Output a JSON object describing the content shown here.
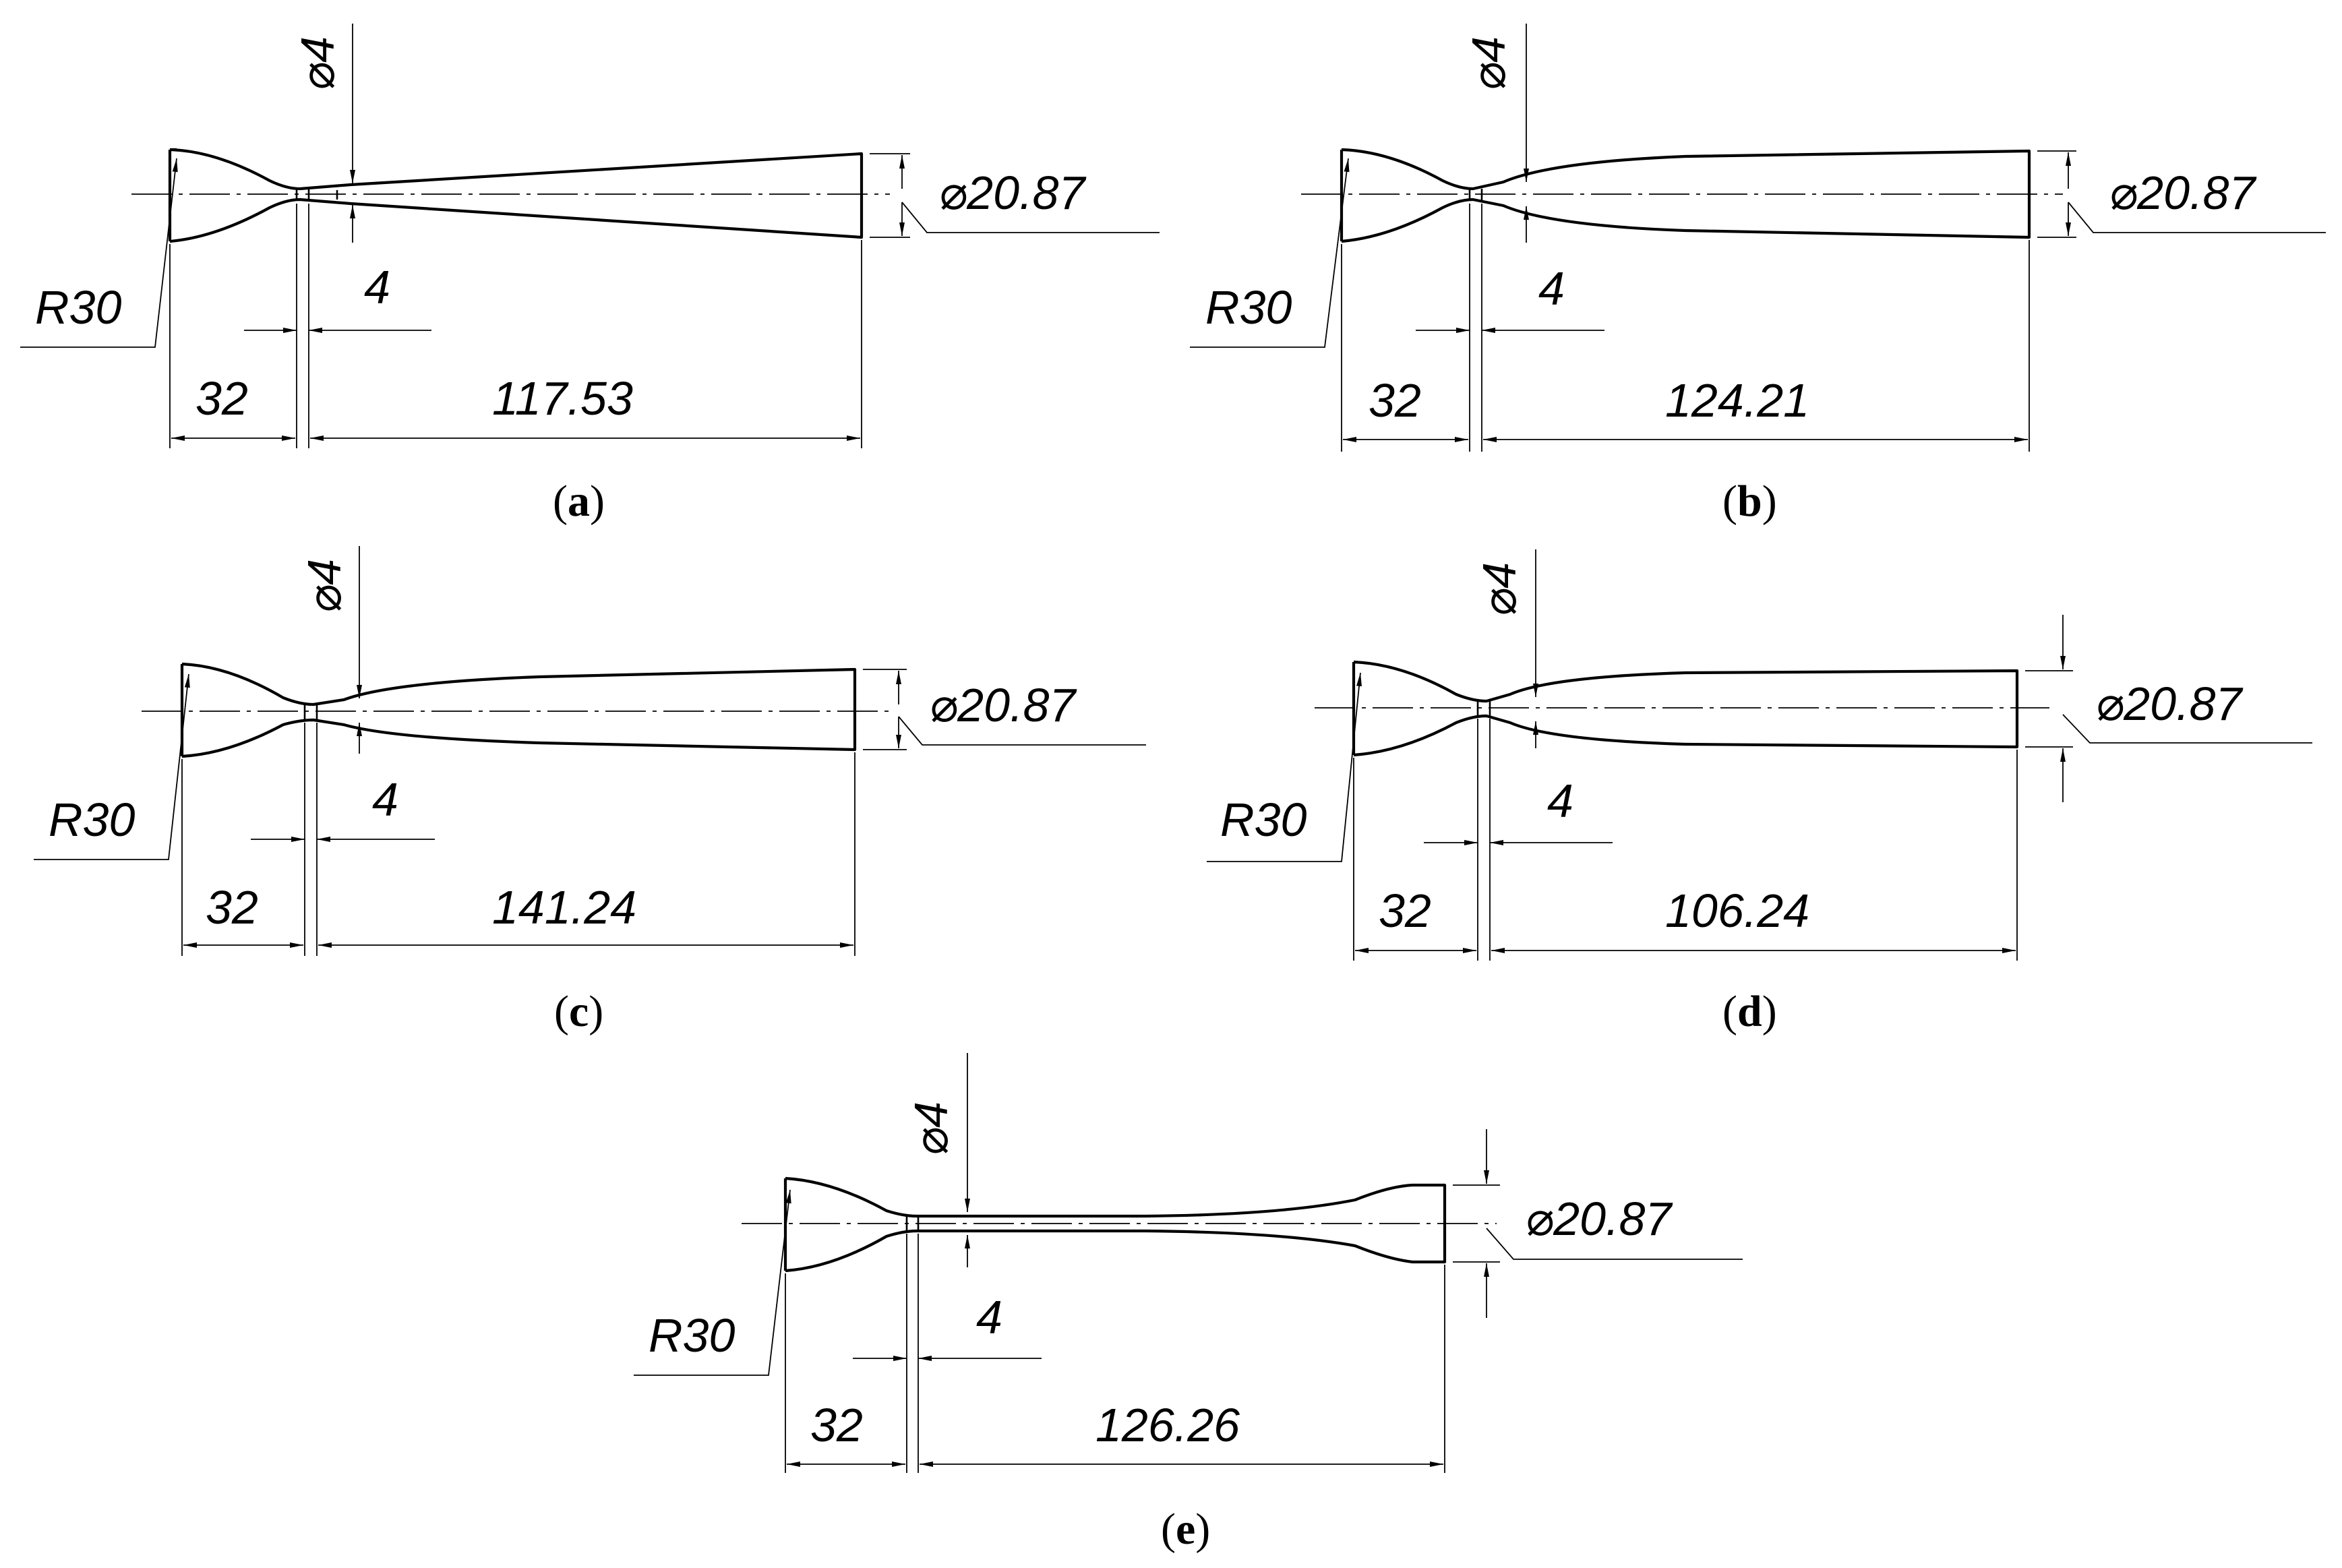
{
  "diagrams": [
    {
      "id": "a",
      "caption_letter": "a",
      "neck_diameter": "⌀4",
      "end_diameter": "⌀20.87",
      "radius": "R30",
      "neck_length": "4",
      "head_length": "32",
      "taper_length": "117.53",
      "profile": "linear"
    },
    {
      "id": "b",
      "caption_letter": "b",
      "neck_diameter": "⌀4",
      "end_diameter": "⌀20.87",
      "radius": "R30",
      "neck_length": "4",
      "head_length": "32",
      "taper_length": "124.21",
      "profile": "convex"
    },
    {
      "id": "c",
      "caption_letter": "c",
      "neck_diameter": "⌀4",
      "end_diameter": "⌀20.87",
      "radius": "R30",
      "neck_length": "4",
      "head_length": "32",
      "taper_length": "141.24",
      "profile": "convex"
    },
    {
      "id": "d",
      "caption_letter": "d",
      "neck_diameter": "⌀4",
      "end_diameter": "⌀20.87",
      "radius": "R30",
      "neck_length": "4",
      "head_length": "32",
      "taper_length": "106.24",
      "profile": "strong-convex"
    },
    {
      "id": "e",
      "caption_letter": "e",
      "neck_diameter": "⌀4",
      "end_diameter": "⌀20.87",
      "radius": "R30",
      "neck_length": "4",
      "head_length": "32",
      "taper_length": "126.26",
      "profile": "concave"
    }
  ]
}
